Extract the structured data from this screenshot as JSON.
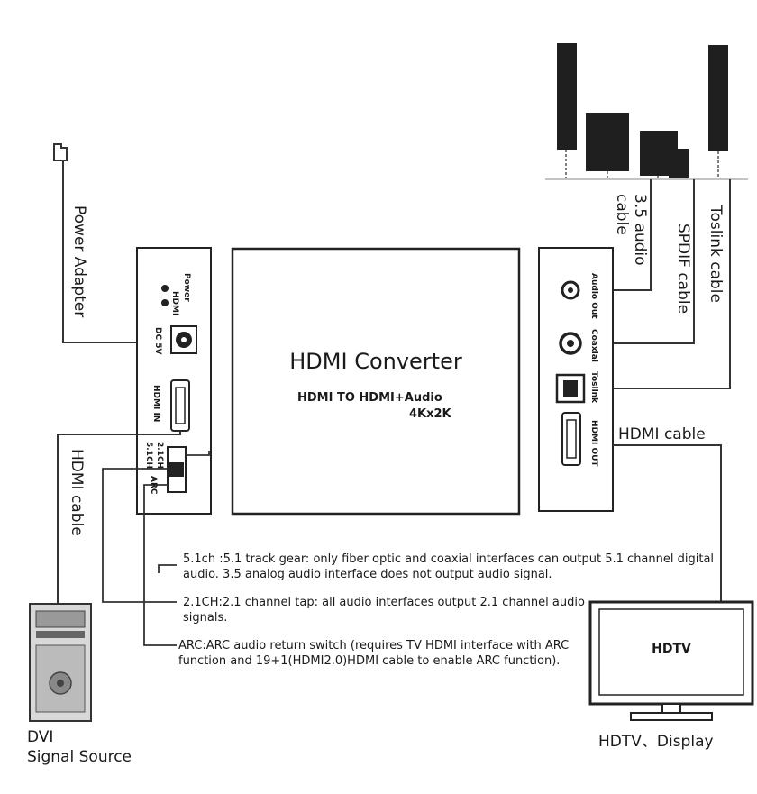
{
  "labels": {
    "power_adapter": "Power Adapter",
    "hdmi_cable_left": "HDMI cable",
    "hdmi_cable_right": "HDMI cable",
    "audio_35_line1": "3.5 audio",
    "audio_35_line2": "cable",
    "spdif_cable": "SPDIF cable",
    "toslink_cable": "Toslink cable",
    "dvi_line1": "DVI",
    "dvi_line2": "Signal Source",
    "hdtv_display": "HDTV、Display",
    "hdtv_screen": "HDTV"
  },
  "converter": {
    "title": "HDMI Converter",
    "subtitle": "HDMI TO HDMI+Audio",
    "resolution": "4Kx2K"
  },
  "left_panel": {
    "power": "Power",
    "hdmi_led": "HDMI",
    "dc5v": "DC 5V",
    "hdmi_in": "HDMI IN",
    "ch51": "5.1CH",
    "ch21": "2.1CH",
    "arc": "ARC"
  },
  "right_panel": {
    "audio_out": "Audio Out",
    "coaxial": "Coaxial",
    "toslink": "Toslink",
    "hdmi_out": "HDMI OUT"
  },
  "notes": {
    "note1": "5.1ch :5.1 track gear: only fiber optic and coaxial interfaces can output 5.1 channel digital audio. 3.5 analog audio interface does not output audio signal.",
    "note2": "2.1CH:2.1 channel tap: all audio interfaces output 2.1 channel audio signals.",
    "note3": "ARC:ARC audio return switch (requires TV HDMI interface with ARC function and 19+1(HDMI2.0)HDMI cable to enable ARC function)."
  }
}
